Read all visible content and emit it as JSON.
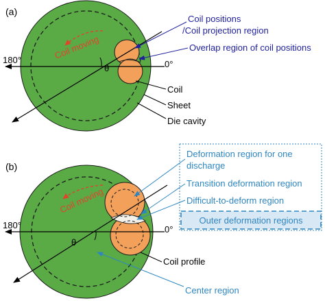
{
  "panel_a": {
    "label": "(a)",
    "angle_left": "180°",
    "angle_right": "0°",
    "theta": "θ",
    "coil_moving": "Coil moving",
    "annotations": {
      "coil_positions_line1": "Coil positions",
      "coil_positions_line2": "/Coil projection region",
      "overlap": "Overlap region of coil positions",
      "coil": "Coil",
      "sheet": "Sheet",
      "die_cavity": "Die cavity"
    }
  },
  "panel_b": {
    "label": "(b)",
    "angle_left": "180°",
    "angle_right": "0°",
    "theta": "θ",
    "coil_moving": "Coil moving",
    "annotations": {
      "deformation_one_line1": "Deformation region for one",
      "deformation_one_line2": "discharge",
      "transition": "Transition deformation region",
      "difficult": "Difficult-to-deform  region",
      "outer": "Outer deformation regions",
      "coil_profile": "Coil profile",
      "center": "Center region"
    }
  },
  "colors": {
    "sheet_green": "#5aab46",
    "coil_orange": "#f2a05a",
    "dark_blue_text": "#1f1f9e",
    "light_blue_text": "#2e86c1",
    "red_arrow": "#e0452a",
    "outer_box_fill": "#d9e8f5"
  }
}
